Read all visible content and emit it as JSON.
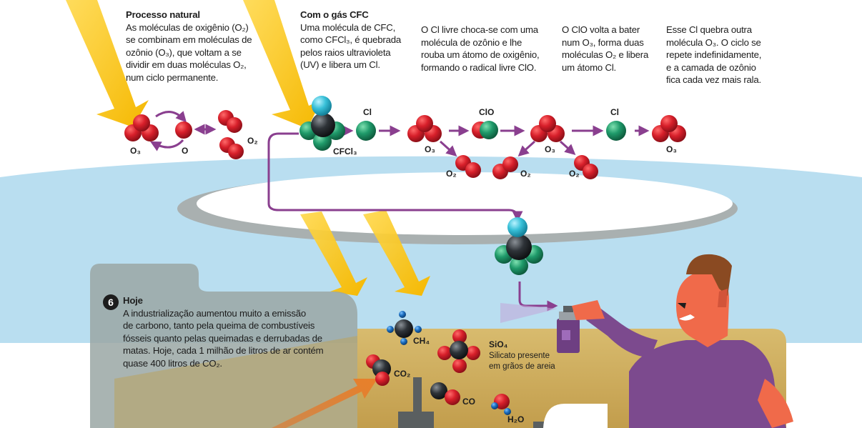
{
  "captions": {
    "natural": {
      "title": "Processo natural",
      "lines": [
        "As moléculas de oxigênio (O₂)",
        "se combinam em moléculas de",
        "ozônio (O₃), que voltam a se",
        "dividir em duas moléculas O₂,",
        "num ciclo permanente."
      ]
    },
    "cfc": {
      "title": "Com o gás CFC",
      "lines": [
        "Uma molécula de CFC,",
        "como CFCl₃, é quebrada",
        "pelos raios ultravioleta",
        "(UV) e libera um Cl."
      ]
    },
    "cl_free": {
      "lines": [
        "O Cl livre choca-se com uma",
        "molécula de ozônio e lhe",
        "rouba um átomo de oxigênio,",
        "formando o radical livre ClO."
      ]
    },
    "clo": {
      "lines": [
        "O ClO volta a bater",
        "num O₃, forma duas",
        "moléculas O₂ e libera",
        "um átomo Cl."
      ]
    },
    "cycle": {
      "lines": [
        "Esse Cl quebra outra",
        "molécula O₃. O ciclo se",
        "repete indefinidamente,",
        "e  a camada de ozônio",
        "fica cada vez mais rala."
      ]
    },
    "hoje": {
      "number": "6",
      "title": "Hoje",
      "lines": [
        "A industrialização aumentou muito a emissão",
        "de carbono, tanto pela queima de combustíveis",
        "fósseis quanto pelas queimadas e derrubadas de",
        "matas. Hoje, cada 1 milhão de litros de ar contém",
        "quase 400 litros de CO₂."
      ]
    }
  },
  "labels": {
    "o3_a": "O₃",
    "o_a": "O",
    "o2_a": "O₂",
    "cl_a": "Cl",
    "cfcl3": "CFCl₃",
    "clo": "ClO",
    "cl_b": "Cl",
    "o3_b": "O₃",
    "o3_c": "O₃",
    "o3_d": "O₃",
    "o2_b": "O₂",
    "o2_c": "O₂",
    "o2_d": "O₂",
    "ch4": "CH₄",
    "sio4": "SiO₄",
    "sio4_desc_1": "Silicato presente",
    "sio4_desc_2": "em grãos de areia",
    "co2": "CO₂",
    "co": "CO",
    "h2o": "H₂O"
  },
  "colors": {
    "oxygen": "#d71f2a",
    "chlorine": "#1f9a6a",
    "fluorine": "#38c0d8",
    "carbon": "#2e3338",
    "hydrogen": "#1d6fc0",
    "sky": "#b9def0",
    "ray": "#f7c21a",
    "arrow": "#8a3f8f",
    "ground": "#c9a85a",
    "shadow_zone": "#9aa7a4",
    "skin": "#f06a4a",
    "shirt": "#7c4a8e",
    "hair": "#8a4a22"
  }
}
